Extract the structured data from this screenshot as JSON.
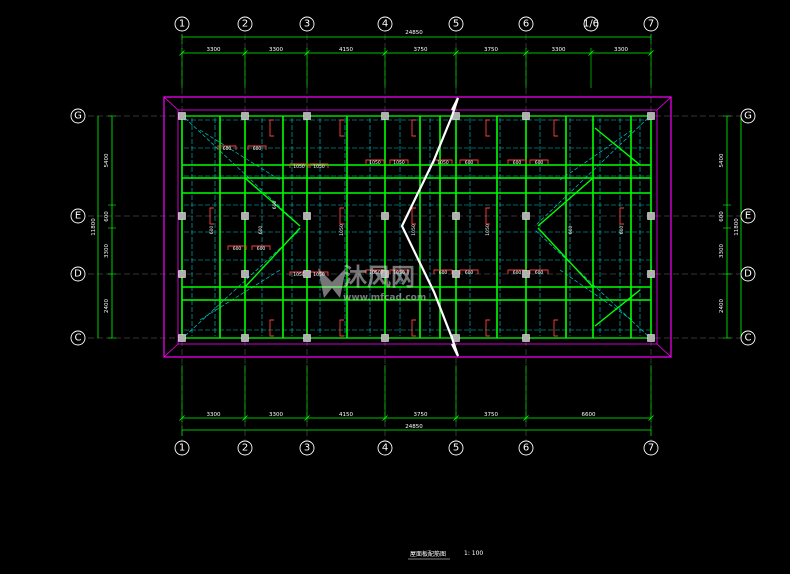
{
  "colors": {
    "background": "#000000",
    "axis": "#00ff00",
    "green_beam": "#00ff00",
    "cyan": "#00c8c8",
    "magenta": "#ff00ff",
    "red": "#ff4040",
    "white": "#ffffff",
    "column_fill": "#b0b0b0"
  },
  "axes": {
    "vertical": [
      "1",
      "2",
      "3",
      "4",
      "5",
      "6",
      "7"
    ],
    "horizontal": [
      "G",
      "E",
      "D",
      "C"
    ]
  },
  "dimensions": {
    "top_spans": [
      "3300",
      "3300",
      "4150",
      "3750",
      "3750",
      "3300",
      "3300"
    ],
    "top_total": "24850",
    "bottom_spans": [
      "3300",
      "3300",
      "4150",
      "3750",
      "3750",
      "6600"
    ],
    "bottom_total": "24850",
    "side_spans": [
      "5400",
      "600",
      "3300",
      "2400"
    ],
    "side_total": "11800",
    "top_extra_axis": "1/6"
  },
  "beam_labels": {
    "band1": [
      "600",
      "600",
      "1050",
      "1050",
      "1050",
      "1050",
      "1050",
      "600",
      "600",
      "600"
    ],
    "band2": [
      "600",
      "600",
      "1050",
      "1050",
      "1050",
      "1050",
      "600",
      "600",
      "600",
      "600"
    ],
    "vertical": [
      "600",
      "600",
      "1050",
      "1050",
      "1050",
      "600",
      "600",
      "600"
    ]
  },
  "watermark": {
    "text": "沐风网",
    "url": "www.mfcad.com"
  },
  "drawing_title": {
    "name": "屋面板配筋图",
    "scale": "1: 100"
  }
}
